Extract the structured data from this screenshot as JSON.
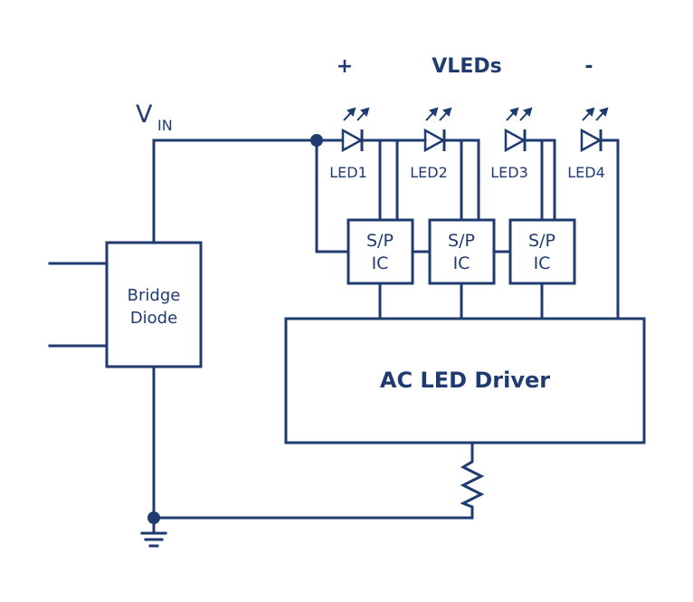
{
  "labels": {
    "plus": "+",
    "minus": "-",
    "vleds": "VLEDs",
    "vin_main": "V",
    "vin_sub": "IN",
    "bridge_line1": "Bridge",
    "bridge_line2": "Diode",
    "driver": "AC LED Driver",
    "sp_line1": "S/P",
    "sp_line2": "IC",
    "leds": [
      "LED1",
      "LED2",
      "LED3",
      "LED4"
    ]
  },
  "colors": {
    "line": "#1f3b70",
    "background": "#ffffff"
  }
}
